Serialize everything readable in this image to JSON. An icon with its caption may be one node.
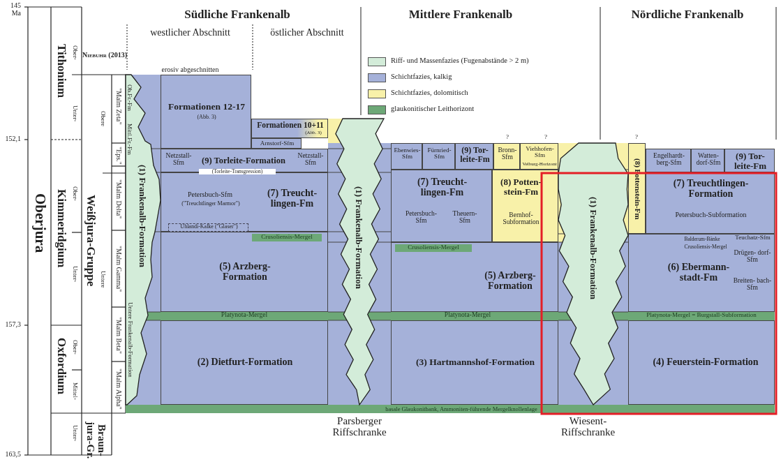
{
  "diagram": {
    "nodes": [
      {
        "text": [
          "Ob.Fr.-Fm",
          "Mittl.Fr.-Fm",
          "(1) Frankenalb-Formation",
          "Untere Frankenalb-Formation"
        ]
      },
      {
        "text": [
          "Formationen 12-17",
          "(Abb. 3)"
        ]
      },
      {
        "text": [
          "Formationen 10+11",
          "(Abb. 3)"
        ]
      },
      {
        "text": [
          "Arnstorf-Sfm"
        ]
      },
      {
        "text": [
          "Netzstall- Sfm",
          "(9) Torleite-Formation",
          "Netzstall- Sfm"
        ]
      },
      {
        "text": [
          "Petersbuch-Sfm",
          "(\"Treuchtlinger Marmor\")",
          "(7) Treucht- lingen-Fm"
        ]
      },
      {
        "text": [
          "Uhlandi-Kalke (\"Glaser\")"
        ],
        "in": 5
      },
      {
        "text": [
          "(5) Arzberg- Formation"
        ]
      },
      {
        "text": [
          "Crusoliensis-Mergel"
        ],
        "in": 7
      },
      {
        "text": [
          "Platynota-Mergel"
        ]
      },
      {
        "text": [
          "(2) Dietfurt-Formation"
        ]
      },
      {
        "text": [
          "(1) Frankenalb-Formation"
        ]
      },
      {
        "text": [
          "Ebenwies- Sfm"
        ]
      },
      {
        "text": [
          "Fürnried- Sfm"
        ]
      },
      {
        "text": [
          "(9) Tor- leite-Fm"
        ]
      },
      {
        "text": [
          "Bronn- Sfm"
        ]
      },
      {
        "text": [
          "Viehhofen-Sfm"
        ]
      },
      {
        "text": [
          "(7) Treucht- lingen-Fm",
          "Petersbuch- Sfm",
          "Theuern- Sfm"
        ]
      },
      {
        "text": [
          "(8) Potten- stein-Fm",
          "Bernhof- Subformation"
        ]
      },
      {
        "text": [
          "(5) Arzberg- Formation"
        ]
      },
      {
        "text": [
          "Crusoliensis-Mergel"
        ],
        "in": 19
      },
      {
        "text": [
          "Platynota-Mergel"
        ]
      },
      {
        "text": [
          "(3) Hartmannshof-Formation"
        ]
      },
      {
        "text": [
          "(1) Frankenalb-Formation"
        ]
      },
      {
        "text": [
          "(8) Pottenstein-Fm"
        ]
      },
      {
        "text": [
          "Engelhardt- berg-Sfm"
        ]
      },
      {
        "text": [
          "Watten- dorf-Sfm"
        ]
      },
      {
        "text": [
          "(9) Tor- leite-Fm"
        ]
      },
      {
        "text": [
          "(7) Treuchtlingen- Formation",
          "Petersbuch-Subformation"
        ]
      },
      {
        "text": [
          "Teuchatz-Sfm",
          "Balderum-Bänke",
          "Crusoliensis-Mergel",
          "(6) Ebermann- stadt-Fm",
          "Drügen- dorf-Sfm",
          "Breiten- bach-Sfm"
        ]
      },
      {
        "text": [
          "Platynota-Mergel = Burgstall-Subformation"
        ]
      },
      {
        "text": [
          "(4) Feuerstein-Formation"
        ]
      },
      {
        "text": [
          "basale Glaukonitbank, Ammoniten-führende Mergelknollenlage"
        ]
      }
    ],
    "labels": [
      "145 Ma",
      "Südliche Frankenalb",
      "Mittlere Frankenalb",
      "Nördliche Frankenalb",
      "westlicher Abschnitt",
      "östlicher Abschnitt",
      "Ober-",
      "Tithonium",
      "Niebuhr (2013)",
      "erosiv abgeschnitten",
      "Unter-",
      "Obere",
      "\"Malm Zeta\"",
      "152,1",
      "\"Eps.\"",
      "?",
      "?",
      "?",
      "(Torleite-Transgression)",
      "Velburg-Horizont",
      "Oberjura",
      "Kimmeridgium",
      "Ober-",
      "Weißjura-Gruppe",
      "\"Malm Delta\"",
      "Unter-",
      "Untere",
      "\"Malm Gamma\"",
      "157,3",
      "Ober-",
      "\"Malm Beta\"",
      "Oxfordium",
      "Mittel-",
      "\"Malm Alpha\"",
      "Unter-",
      "Braun- jura-Gr.",
      "Parsberger Riffschranke",
      "Wiesent- Riffschranke",
      "163,5"
    ],
    "legend": [
      {
        "text": "Riff- und Massenfazies (Fugenabstände > 2 m)",
        "color": "#d3ecd9"
      },
      {
        "text": "Schichtfazies, kalkig",
        "color": "#a5b1d9"
      },
      {
        "text": "Schichtfazies, dolomitisch",
        "color": "#f8f1a9"
      },
      {
        "text": "glaukonitischer Leithorizont",
        "color": "#6da877"
      }
    ]
  }
}
